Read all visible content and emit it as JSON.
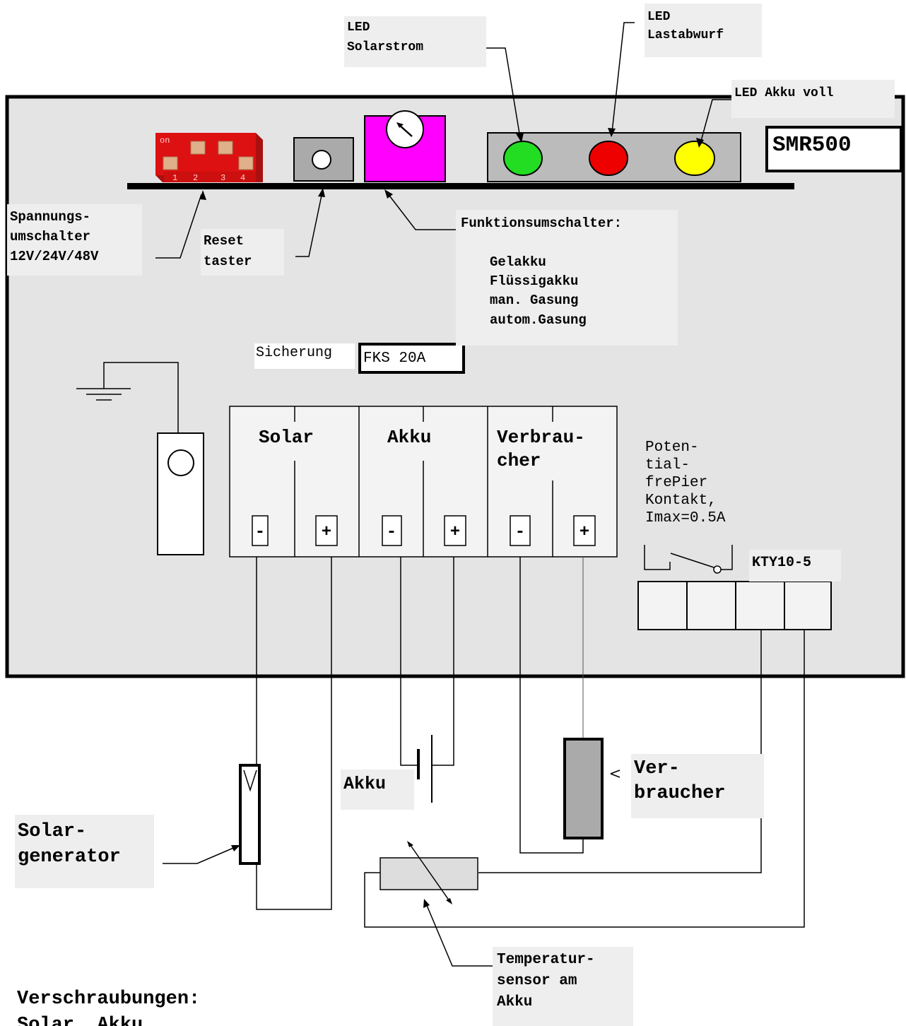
{
  "device_title": "SMR500",
  "leds": {
    "solarstrom": {
      "label": "LED\nSolarstrom",
      "color": "#22dd22"
    },
    "lastabwurf": {
      "label": "LED\nLastabwurf",
      "color": "#ee0000"
    },
    "akku_voll": {
      "label": "LED Akku voll",
      "color": "#ffff00"
    }
  },
  "dip_switch": {
    "on_label": "on",
    "numbers": [
      "1",
      "2",
      "3",
      "4"
    ],
    "color": "#dd1111"
  },
  "spannungsumschalter_label": "Spannungs-\numschalter\n12V/24V/48V",
  "reset_label": "Reset\ntaster",
  "funktionsumschalter": {
    "title": "Funktionsumschalter:",
    "options": [
      "Gelakku",
      "Flüssigakku",
      "man. Gasung",
      "autom.Gasung"
    ],
    "knob_color": "#ff00ff"
  },
  "sicherung": {
    "label": "Sicherung",
    "value": "FKS 20A"
  },
  "terminals": [
    {
      "name": "Solar",
      "minus": "-",
      "plus": "+"
    },
    {
      "name": "Akku",
      "minus": "-",
      "plus": "+"
    },
    {
      "name": "Verbrau-\ncher",
      "minus": "-",
      "plus": "+"
    }
  ],
  "relay_label": "Poten-\ntial-\nfrePier\nKontakt,\nImax=0.5A",
  "kty_label": "KTY10-5",
  "external": {
    "akku": "Akku",
    "verbraucher": "Ver-\nbraucher",
    "solargenerator": "Solar-\ngenerator",
    "temperatursensor": "Temperatur-\nsensor am\nAkku"
  },
  "footer": "Verschraubungen:\nSolar, Akku,"
}
